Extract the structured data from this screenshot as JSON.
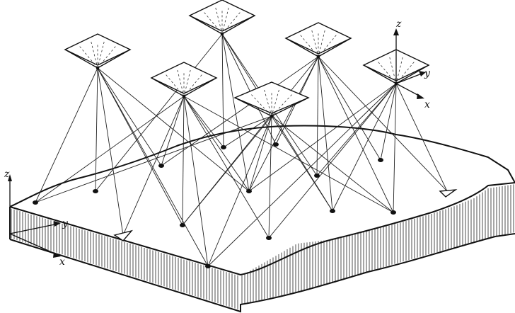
{
  "figure": {
    "ground_axes": {
      "z": "z",
      "y": "y",
      "x": "x"
    },
    "camera_axes": {
      "z": "z",
      "y": "y",
      "x": "x"
    },
    "colors": {
      "ink": "#111111",
      "paper": "#ffffff"
    },
    "counts": {
      "camera_stations": 6,
      "ground_points": 13,
      "ground_targets": 2
    }
  }
}
